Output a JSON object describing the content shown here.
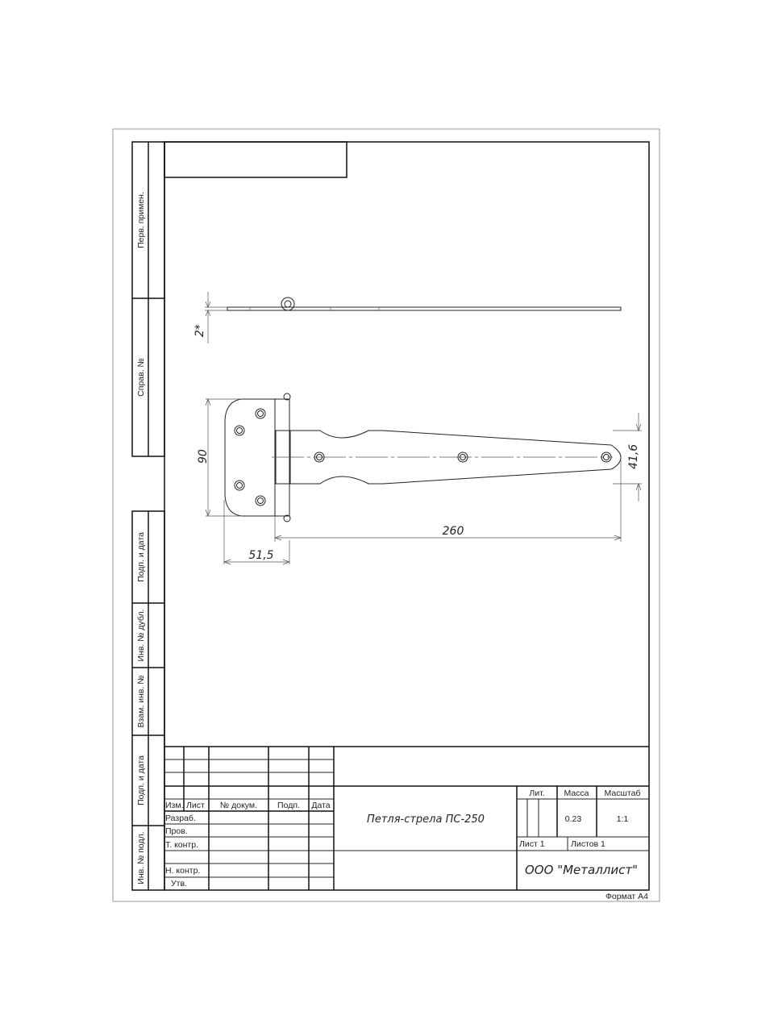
{
  "side_stamps": [
    "Перв. примен.",
    "Справ. №",
    "Подп. и дата",
    "Инв. № дубл.",
    "Взам. инв. №",
    "Подп. и дата",
    "Инв. № подл."
  ],
  "dimensions": {
    "thickness": "2*",
    "height": "90",
    "width": "41,6",
    "length": "260",
    "leaf": "51,5"
  },
  "title_block": {
    "headers": [
      "Изм.",
      "Лист",
      "№ докум.",
      "Подп.",
      "Дата"
    ],
    "roles": [
      "Разраб.",
      "Пров.",
      "Т. контр.",
      "Н. контр.",
      "Утв."
    ],
    "title": "Петля-стрела ПС-250",
    "lit_label": "Лит.",
    "mass_label": "Масса",
    "scale_label": "Масштаб",
    "mass": "0.23",
    "scale": "1:1",
    "sheet": "Лист 1",
    "sheets": "Листов 1",
    "company": "ООО \"Металлист\"",
    "format": "Формат А4"
  }
}
